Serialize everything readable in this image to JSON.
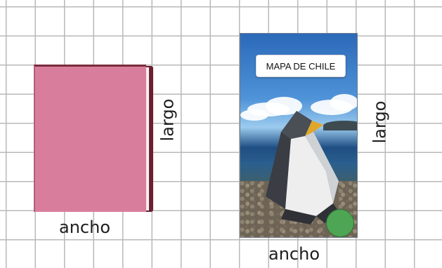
{
  "book_left": {
    "length_label": "largo",
    "width_label": "ancho",
    "cover_color": "#d87e9c",
    "spine_color": "#6a2131"
  },
  "book_right": {
    "title": "MAPA DE CHILE",
    "length_label": "largo",
    "width_label": "ancho",
    "dot_color": "#4ea554",
    "illustration": "origami-penguin-icon"
  },
  "grid": {
    "line_color": "#b9b9b9"
  }
}
